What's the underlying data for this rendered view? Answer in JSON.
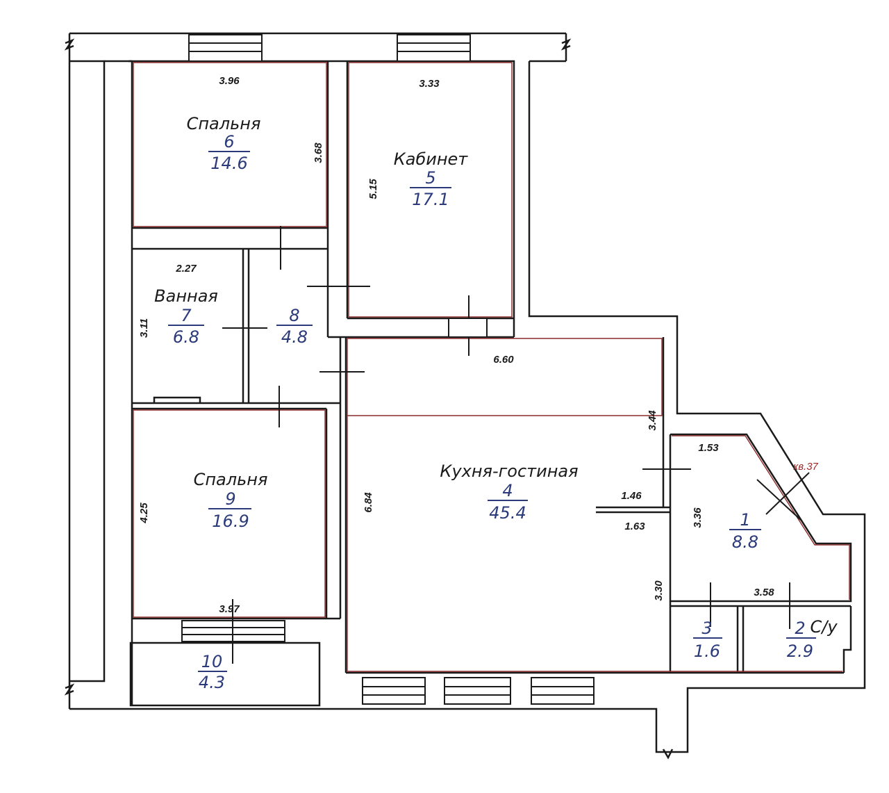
{
  "rooms": [
    {
      "id": "6",
      "name": "Спальня",
      "number": "6",
      "area": "14.6"
    },
    {
      "id": "5",
      "name": "Кабинет",
      "number": "5",
      "area": "17.1"
    },
    {
      "id": "7",
      "name": "Ванная",
      "number": "7",
      "area": "6.8"
    },
    {
      "id": "8",
      "name": "",
      "number": "8",
      "area": "4.8"
    },
    {
      "id": "9",
      "name": "Спальня",
      "number": "9",
      "area": "16.9"
    },
    {
      "id": "4",
      "name": "Кухня-гостиная",
      "number": "4",
      "area": "45.4"
    },
    {
      "id": "1",
      "name": "",
      "number": "1",
      "area": "8.8"
    },
    {
      "id": "3",
      "name": "",
      "number": "3",
      "area": "1.6"
    },
    {
      "id": "2",
      "name": "С/у",
      "number": "2",
      "area": "2.9"
    },
    {
      "id": "10",
      "name": "",
      "number": "10",
      "area": "4.3"
    }
  ],
  "dimensions": {
    "d396": "3.96",
    "d333": "3.33",
    "d368": "3.68",
    "d515": "5.15",
    "d227": "2.27",
    "d311": "3.11",
    "d660": "6.60",
    "d344": "3.44",
    "d153": "1.53",
    "d146": "1.46",
    "d163": "1.63",
    "d336": "3.36",
    "d425": "4.25",
    "d684": "6.84",
    "d330": "3.30",
    "d358": "3.58",
    "d397": "3.97"
  },
  "apartment_label": "кв.37",
  "colors": {
    "walls": "#1a1a1a",
    "room_outline": "#8a2a2a",
    "room_numbers": "#2a3a7a"
  }
}
